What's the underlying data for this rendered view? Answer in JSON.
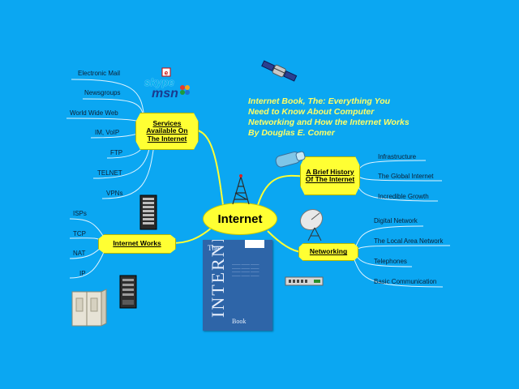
{
  "central": {
    "label": "Internet"
  },
  "title_note": "Internet Book, The: Everything You Need to Know About Computer Networking and How the Internet Works By Douglas E. Comer",
  "topics": {
    "services": {
      "label": "Services Available On The Internet",
      "items": [
        "Electronic Mail",
        "Newsgroups",
        "World Wide Web",
        "IM, VoIP",
        "FTP",
        "TELNET",
        "VPNs"
      ]
    },
    "history": {
      "label": "A Brief History Of The Internet",
      "items": [
        "Infrastructure",
        "The Global Internet",
        "Incredible Growth"
      ]
    },
    "internet_works": {
      "label": "Internet Works",
      "items": [
        "ISPs",
        "TCP",
        "NAT",
        "IP"
      ]
    },
    "networking": {
      "label": "Networking",
      "items": [
        "Digital Network",
        "The Local Area Network",
        "Telephones",
        "Basic Communication"
      ]
    }
  },
  "book_cover": {
    "top": "The",
    "title": "INTERNET",
    "bottom": "Book"
  },
  "logos": {
    "skype": "skype",
    "msn": "msn"
  },
  "colors": {
    "background": "#0ba7f2",
    "node": "#ffff33",
    "branch": "#ffff33",
    "leaf_line": "#dff4ff",
    "title_text": "#ffff66"
  },
  "icons": [
    "satellite-icon",
    "radio-tower-icon",
    "server-rack-icon",
    "satellite-dish-icon",
    "magnifier-icon",
    "network-switch-icon",
    "server-cabinet-icon",
    "tower-server-icon",
    "mail-icon"
  ]
}
